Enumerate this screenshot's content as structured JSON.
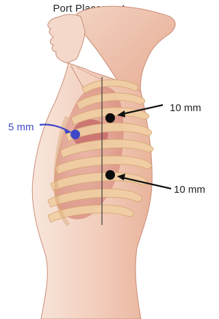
{
  "title": "Port Placement",
  "labels": {
    "small_port": "5 mm",
    "upper_port": "10 mm",
    "lower_port": "10 mm"
  },
  "colors": {
    "skin_light": "#f6e1d6",
    "skin_mid": "#eebfa9",
    "skin_shadow": "#d89a82",
    "rib": "#f1cfa4",
    "rib_edge": "#d8a878",
    "lung": "#d9968c",
    "heart": "#c9706e",
    "port_dark": "#0b0b0b",
    "port_blue": "#3f48c6",
    "label_text": "#1e1e1e"
  }
}
